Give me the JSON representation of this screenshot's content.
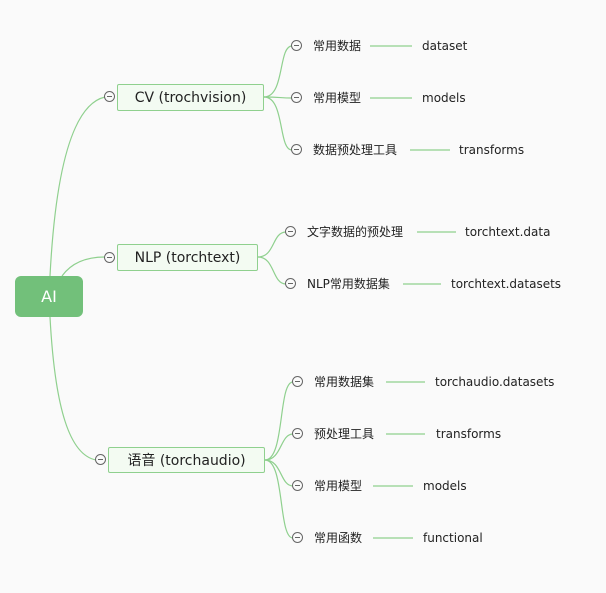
{
  "mindmap": {
    "root": {
      "label": "AI"
    },
    "branches": [
      {
        "label": "CV (trochvision)",
        "children": [
          {
            "label": "常用数据",
            "target": "dataset"
          },
          {
            "label": "常用模型",
            "target": "models"
          },
          {
            "label": "数据预处理工具",
            "target": "transforms"
          }
        ]
      },
      {
        "label": "NLP (torchtext)",
        "children": [
          {
            "label": "文字数据的预处理",
            "target": "torchtext.data"
          },
          {
            "label": "NLP常用数据集",
            "target": "torchtext.datasets"
          }
        ]
      },
      {
        "label": "语音 (torchaudio)",
        "children": [
          {
            "label": "常用数据集",
            "target": "torchaudio.datasets"
          },
          {
            "label": "预处理工具",
            "target": "transforms"
          },
          {
            "label": "常用模型",
            "target": "models"
          },
          {
            "label": "常用函数",
            "target": "functional"
          }
        ]
      }
    ],
    "colors": {
      "line": "#8fd08e",
      "root_fill": "#72c07a",
      "branch_fill": "#f3fbf2"
    }
  }
}
